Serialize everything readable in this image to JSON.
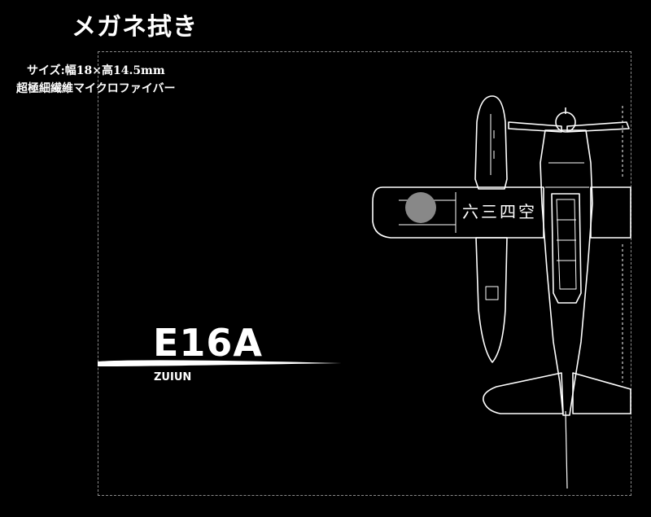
{
  "title": "メガネ拭き",
  "spec_size": "サイズ:幅18×高14.5mm",
  "spec_material": "超極細繊維マイクロファイバー",
  "aircraft": {
    "model": "E16A",
    "name": "ZUIUN",
    "tail_code": "六三四空"
  },
  "colors": {
    "background": "#000000",
    "line": "#ffffff",
    "hinomaru": "#888888",
    "dashed_border": "#8a8a8a"
  }
}
